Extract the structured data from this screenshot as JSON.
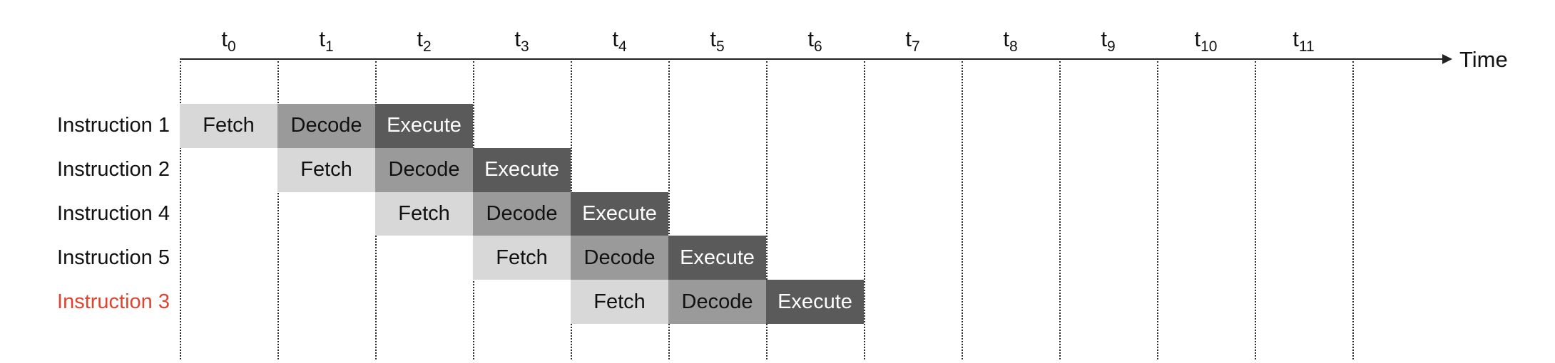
{
  "axis": {
    "label": "Time",
    "ticks": [
      {
        "base": "t",
        "sub": "0"
      },
      {
        "base": "t",
        "sub": "1"
      },
      {
        "base": "t",
        "sub": "2"
      },
      {
        "base": "t",
        "sub": "3"
      },
      {
        "base": "t",
        "sub": "4"
      },
      {
        "base": "t",
        "sub": "5"
      },
      {
        "base": "t",
        "sub": "6"
      },
      {
        "base": "t",
        "sub": "7"
      },
      {
        "base": "t",
        "sub": "8"
      },
      {
        "base": "t",
        "sub": "9"
      },
      {
        "base": "t",
        "sub": "10"
      },
      {
        "base": "t",
        "sub": "11"
      }
    ]
  },
  "colors": {
    "fetch_bg": "#d8d8d8",
    "decode_bg": "#9a9a9a",
    "execute_bg": "#5a5a5a",
    "fetch_text": "#111111",
    "decode_text": "#111111",
    "execute_text": "#ffffff",
    "label_text": "#111111",
    "highlight_label_text": "#e0442f"
  },
  "rows": [
    {
      "label": "Instruction 1",
      "highlight": false,
      "stages": [
        {
          "name": "Fetch",
          "t": 0
        },
        {
          "name": "Decode",
          "t": 1
        },
        {
          "name": "Execute",
          "t": 2
        }
      ]
    },
    {
      "label": "Instruction 2",
      "highlight": false,
      "stages": [
        {
          "name": "Fetch",
          "t": 1
        },
        {
          "name": "Decode",
          "t": 2
        },
        {
          "name": "Execute",
          "t": 3
        }
      ]
    },
    {
      "label": "Instruction 4",
      "highlight": false,
      "stages": [
        {
          "name": "Fetch",
          "t": 2
        },
        {
          "name": "Decode",
          "t": 3
        },
        {
          "name": "Execute",
          "t": 4
        }
      ]
    },
    {
      "label": "Instruction 5",
      "highlight": false,
      "stages": [
        {
          "name": "Fetch",
          "t": 3
        },
        {
          "name": "Decode",
          "t": 4
        },
        {
          "name": "Execute",
          "t": 5
        }
      ]
    },
    {
      "label": "Instruction 3",
      "highlight": true,
      "stages": [
        {
          "name": "Fetch",
          "t": 4
        },
        {
          "name": "Decode",
          "t": 5
        },
        {
          "name": "Execute",
          "t": 6
        }
      ]
    }
  ]
}
